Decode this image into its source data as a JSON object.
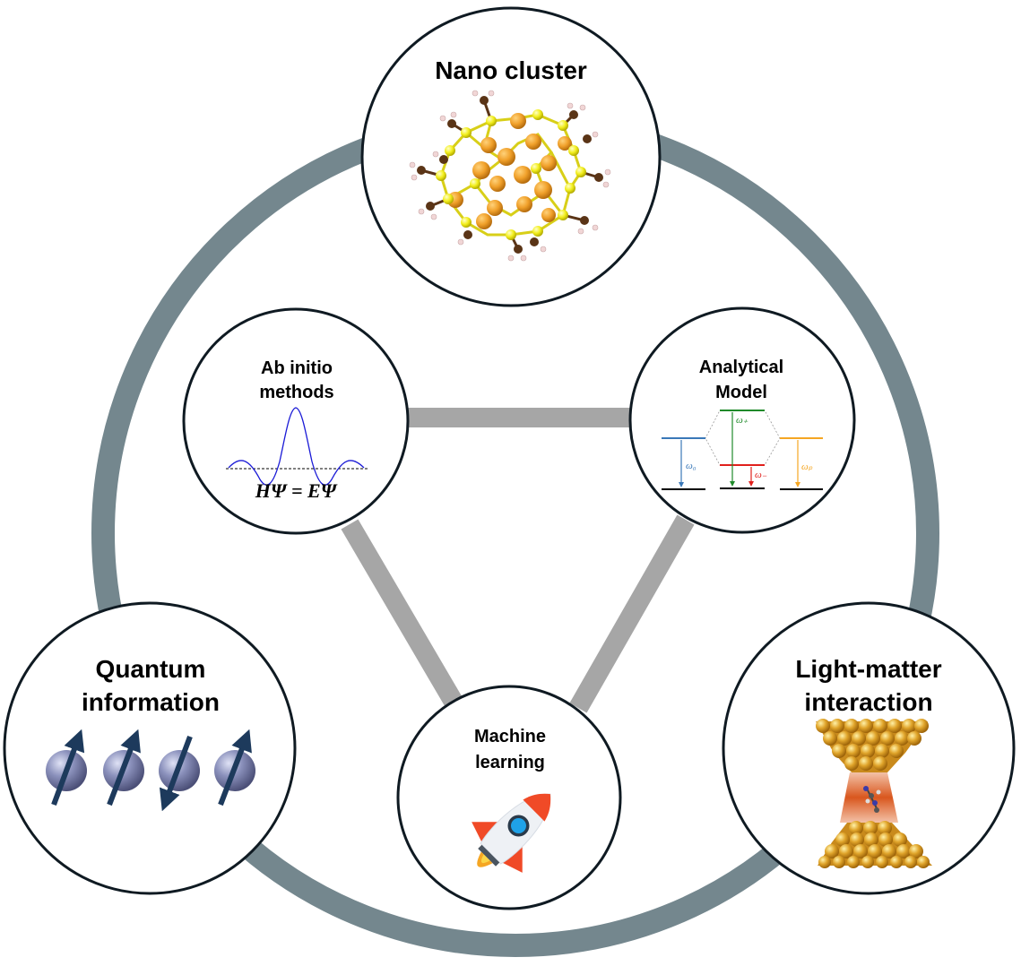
{
  "nodes": {
    "nano_cluster": {
      "label": "Nano cluster"
    },
    "ab_initio": {
      "label_line1": "Ab initio",
      "label_line2": "methods",
      "equation": "HΨ = EΨ"
    },
    "analytical": {
      "label_line1": "Analytical",
      "label_line2": "Model",
      "omega_0": "ω₀",
      "omega_plus": "ω₊",
      "omega_minus": "ω₋",
      "omega_p": "ωₚ"
    },
    "machine_learning": {
      "label_line1": "Machine",
      "label_line2": "learning"
    },
    "quantum": {
      "label_line1": "Quantum",
      "label_line2": "information"
    },
    "light_matter": {
      "label_line1": "Light-matter",
      "label_line2": "interaction"
    }
  },
  "colors": {
    "outer_ring": "#74878e",
    "inner_links": "#a6a6a6",
    "circle_stroke": "#0f1a22",
    "gold_atom": "#f0a02a",
    "sulfur_atom": "#f2ee1c",
    "carbon_atom": "#5a3416",
    "hydrogen_atom": "#f1d6d6",
    "spin_arrow": "#1d3a5c",
    "spin_sphere": "#8a90b8",
    "level_blue": "#3a78b8",
    "level_green": "#1f8a2a",
    "level_red": "#e0201c",
    "level_orange": "#f5a623"
  }
}
